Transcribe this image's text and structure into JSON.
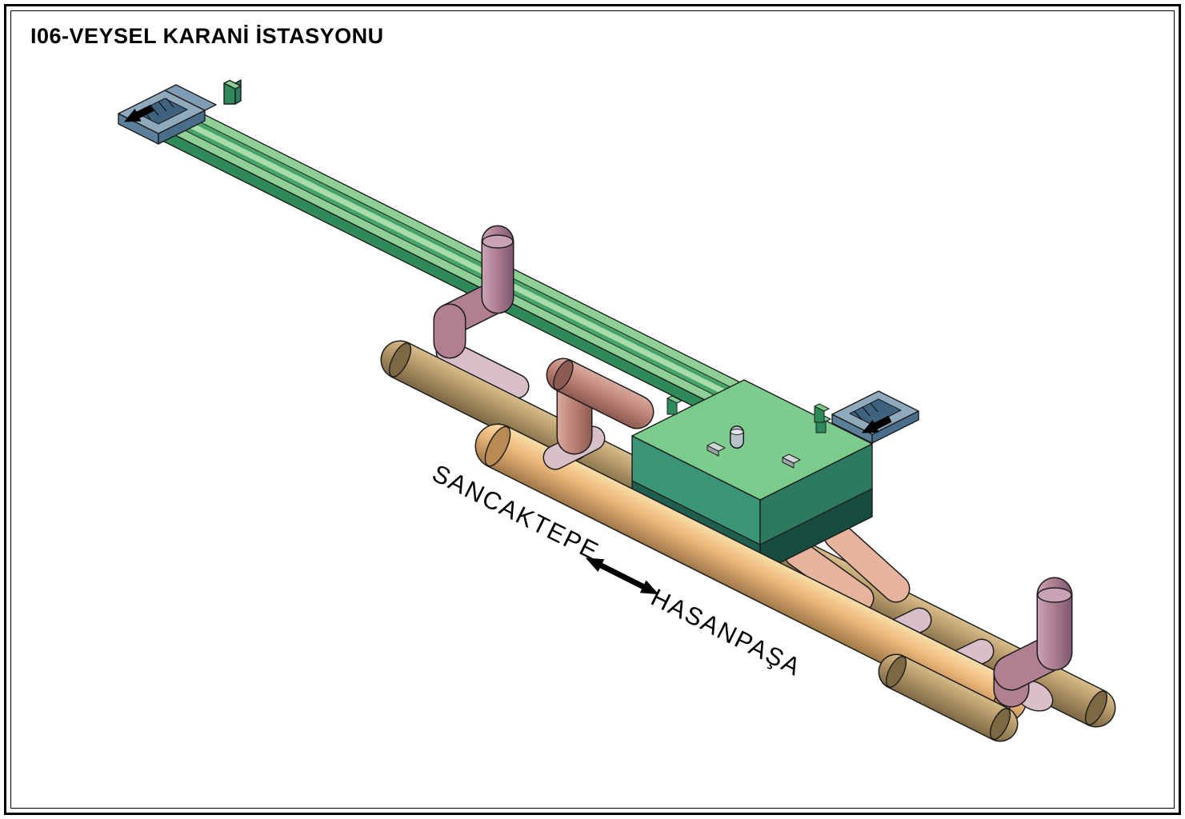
{
  "title": "I06-VEYSEL KARANİ İSTASYONU",
  "labels": {
    "direction_left": "SANCAKTEPE",
    "direction_right": "HASANPAŞA"
  },
  "colors": {
    "paper": "#ffffff",
    "line": "#000000",
    "outline": "#1c1c1c",
    "ramp-top": "#8ecf98",
    "ramp-stripe": "#a8dcae",
    "ramp-channel": "#46a468",
    "ramp-side": "#2f8a5a",
    "box-top": "#7ccc8e",
    "box-side-a": "#3a9478",
    "box-side-b": "#2c7a62",
    "box-lower-a": "#1f5f4e",
    "box-lower-b": "#174c3e",
    "box-sliver": "#9fd8a8",
    "entrance-top": "#8fa9bd",
    "entrance-bridge": "#7e9cb3",
    "entrance-side": "#5c7f9b",
    "entrance-side-dark": "#4a6d8c",
    "entrance-opening": "#3f627f",
    "tunnel-light": "#f7dca8",
    "tunnel-mid": "#eeb97c",
    "tunnel-dark": "#a37a4a",
    "tunnel-cap": "#b98a52",
    "tan-light": "#d9bc8c",
    "tan-mid": "#b59a6a",
    "tan-dark": "#7d6844",
    "mauve-light": "#c9a2b4",
    "mauve-mid": "#b07f92",
    "mauve-dark": "#7e5870",
    "salmon-light": "#d9a89e",
    "salmon-mid": "#c08478",
    "salmon-dark": "#8e5b52",
    "pink": "#d9bfca",
    "conn": "#e6b39e",
    "vent-body": "#b9c4c9",
    "vent-top": "#dfe7ea",
    "block-light": "#cfd6d9",
    "block-side": "#9aa4a8"
  }
}
